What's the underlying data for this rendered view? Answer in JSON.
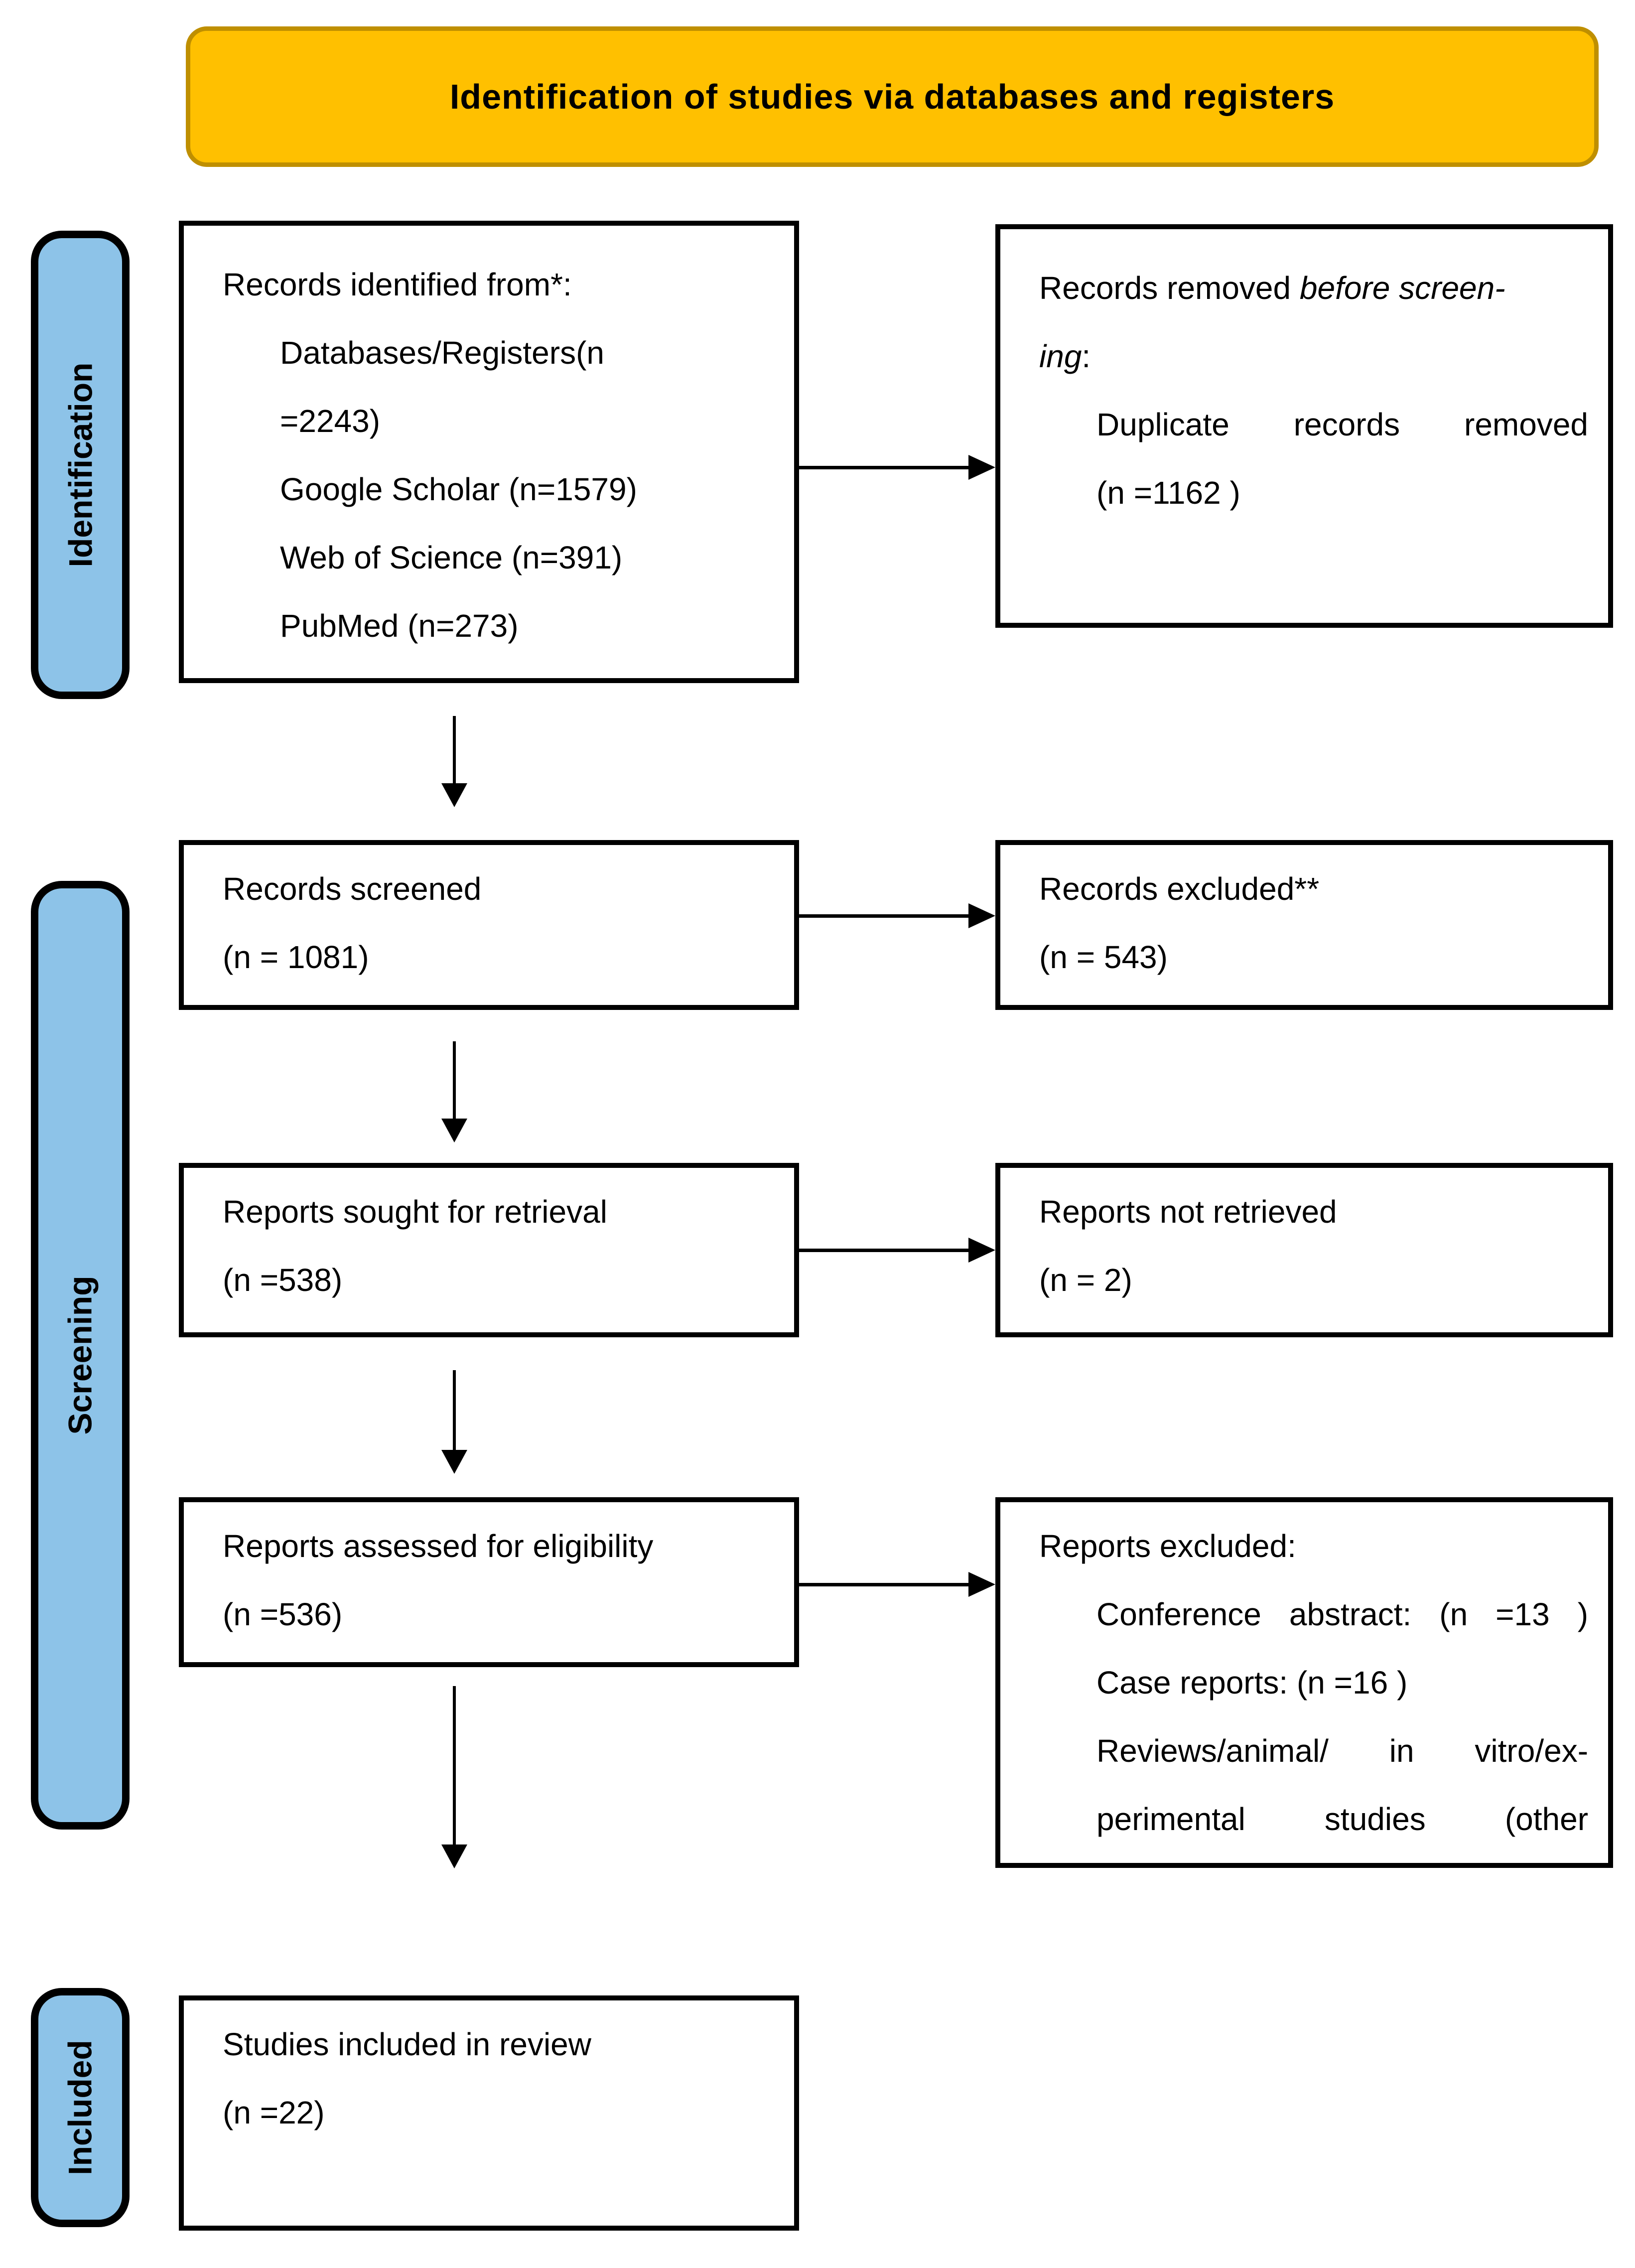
{
  "banner": {
    "title": "Identification of studies via databases and registers"
  },
  "sidebar": {
    "identification": "Identification",
    "screening": "Screening",
    "included": "Included"
  },
  "colors": {
    "banner_fill": "#FFC000",
    "banner_border": "#BF8F00",
    "sidebar_fill": "#8DC3E8",
    "box_border": "#000000"
  },
  "boxes": {
    "records_identified": {
      "lines": [
        "Records identified from*:",
        "Databases/Registers(n",
        "=2243)",
        "Google Scholar (n=1579)",
        "Web of Science (n=391)",
        "PubMed (n=273)"
      ]
    },
    "records_removed": {
      "line1_normal": "Records removed ",
      "line1_italic": "before screen-",
      "line2_italic": "ing",
      "line2_normal": ":",
      "line3": "Duplicate records removed",
      "line4": "(n =1162 )"
    },
    "records_screened": {
      "lines": [
        "Records screened",
        "(n = 1081)"
      ]
    },
    "records_excluded": {
      "lines": [
        "Records excluded**",
        "(n = 543)"
      ]
    },
    "reports_sought": {
      "lines": [
        "Reports sought for retrieval",
        "(n =538)"
      ]
    },
    "reports_not_retrieved": {
      "lines": [
        "Reports not retrieved",
        "(n = 2)"
      ]
    },
    "reports_assessed": {
      "lines": [
        "Reports assessed for eligibility",
        "(n =536)"
      ]
    },
    "reports_excluded": {
      "lines": [
        "Reports excluded:",
        "Conference abstract: (n =13 )",
        "Case reports: (n =16 )",
        "Reviews/animal/ in vitro/ex-",
        "perimental studies (other"
      ]
    },
    "studies_included": {
      "lines": [
        "Studies included in review",
        "(n =22)"
      ]
    }
  }
}
